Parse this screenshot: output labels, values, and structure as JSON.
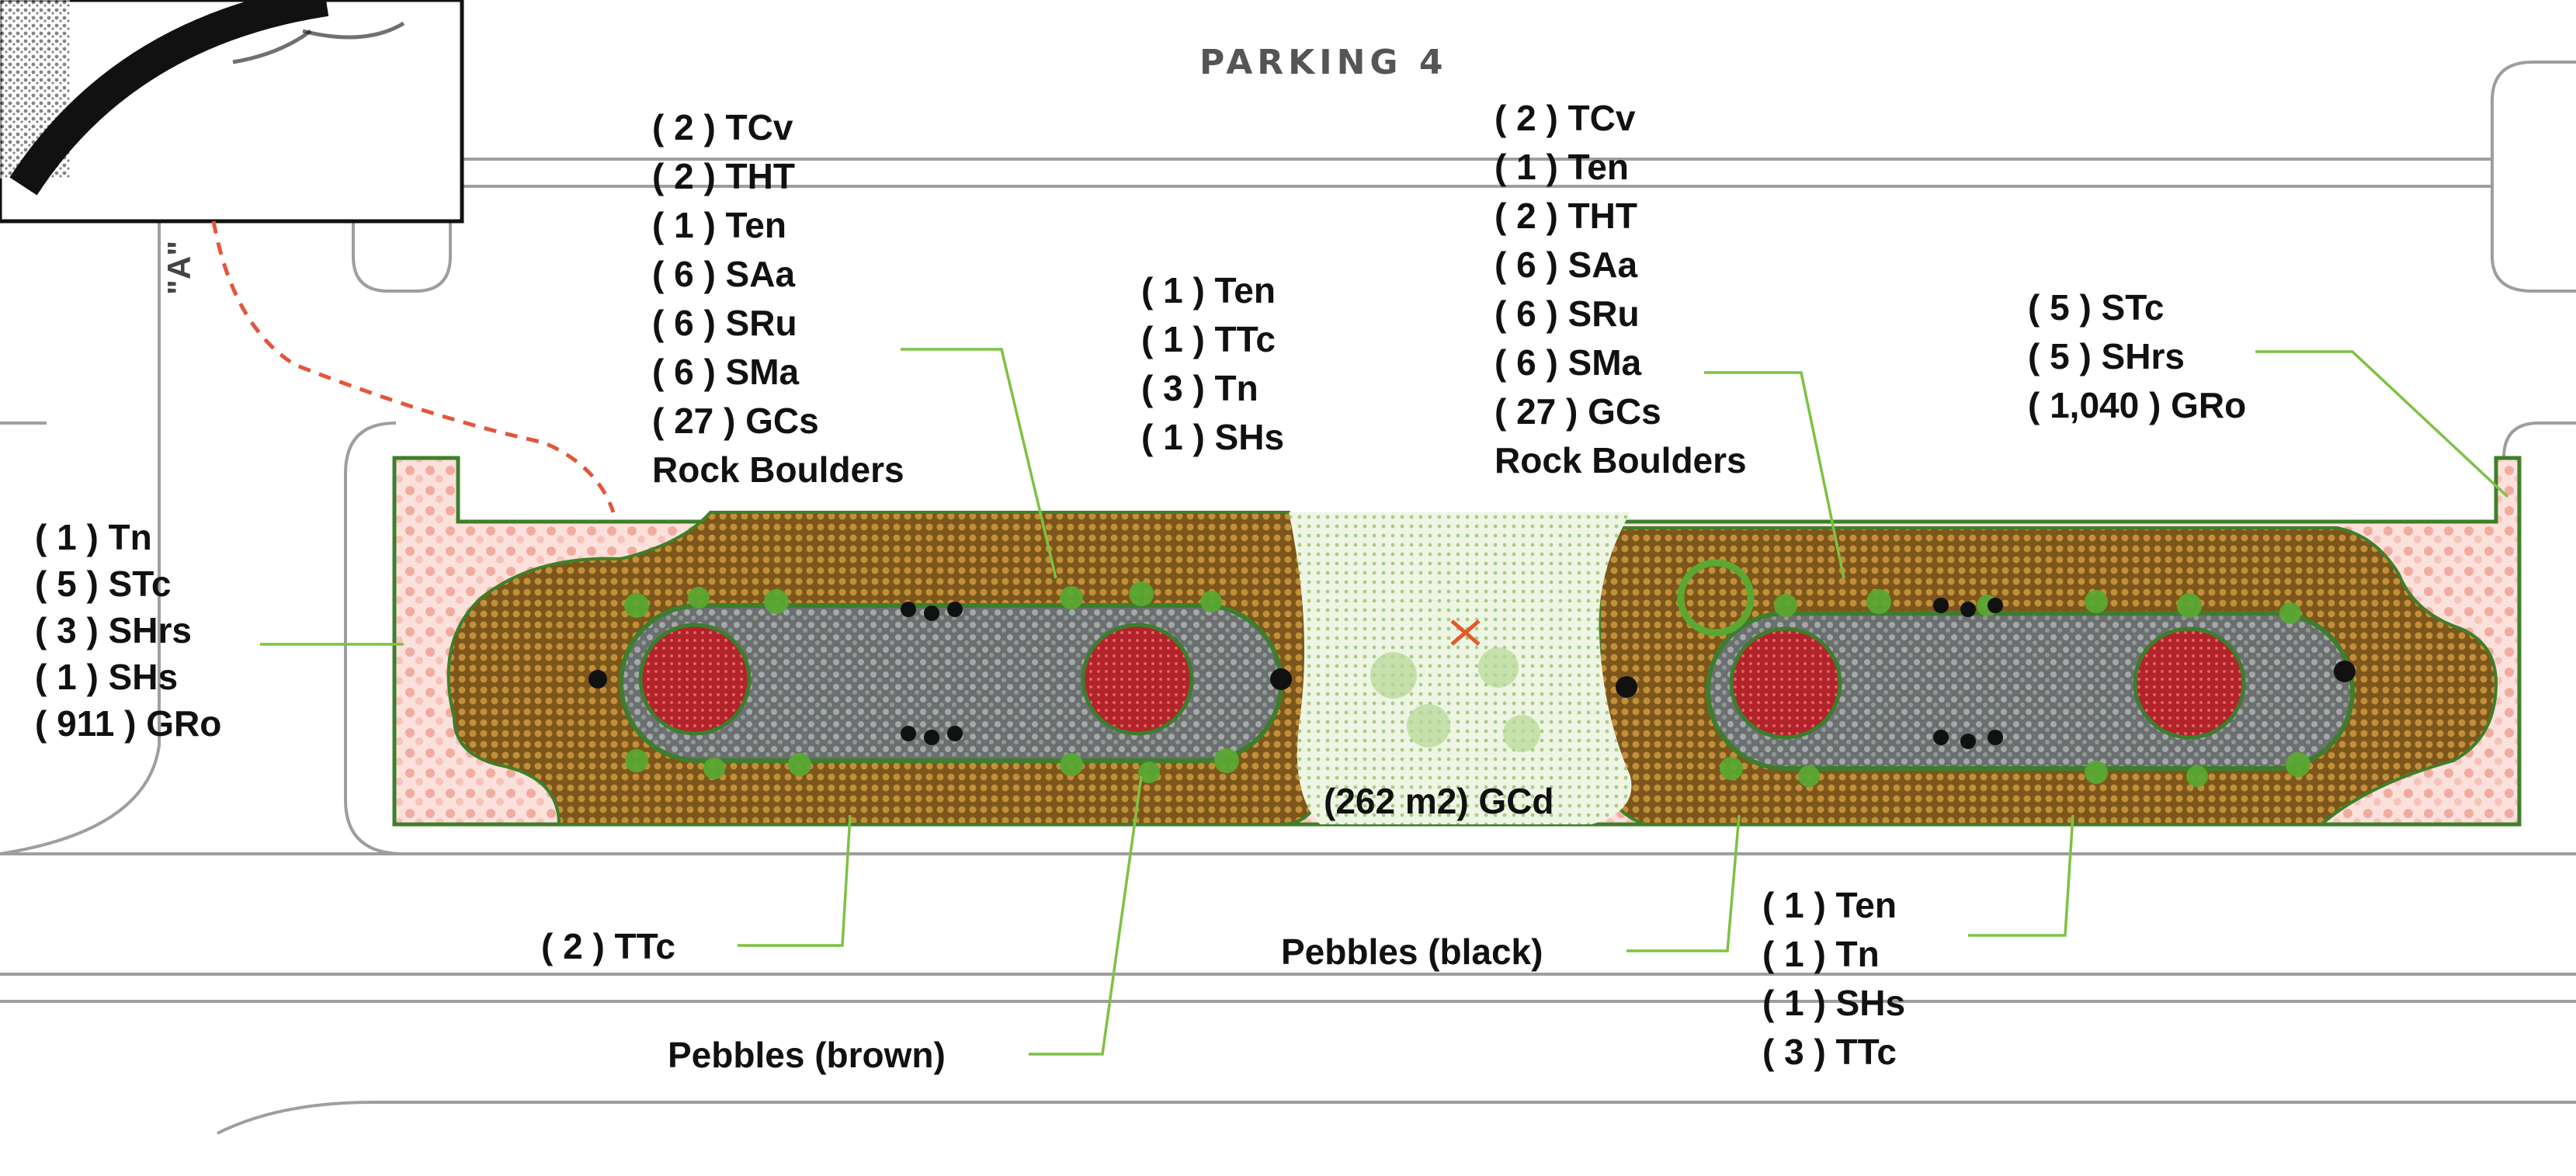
{
  "title": "PARKING 4",
  "road_marker": "\"A\"",
  "labels": {
    "left_block": [
      "( 1 ) Tn",
      "( 5 ) STc",
      "( 3 ) SHrs",
      "( 1 ) SHs",
      "( 911 ) GRo"
    ],
    "upper_left_block": [
      "( 2 ) TCv",
      "( 2 ) THT",
      "( 1 ) Ten",
      "( 6 ) SAa",
      "( 6 ) SRu",
      "( 6 ) SMa",
      "( 27 ) GCs",
      "Rock Boulders"
    ],
    "upper_center_block": [
      "( 1 ) Ten",
      "( 1 ) TTc",
      "( 3 ) Tn",
      "( 1 ) SHs"
    ],
    "upper_right_block": [
      "( 2 ) TCv",
      "( 1 ) Ten",
      "( 2 ) THT",
      "( 6 ) SAa",
      "( 6 ) SRu",
      "( 6 ) SMa",
      "( 27 ) GCs",
      "Rock Boulders"
    ],
    "far_right_block": [
      "( 5 ) STc",
      "( 5 ) SHrs",
      "( 1,040 ) GRo"
    ],
    "center_area": "(262 m2) GCd",
    "bottom_left": "( 2 ) TTc",
    "pebbles_brown": "Pebbles (brown)",
    "pebbles_black": "Pebbles (black)",
    "bottom_right_block": [
      "( 1 ) Ten",
      "( 1 ) Tn",
      "( 1 ) SHs",
      "( 3 ) TTc"
    ]
  },
  "colors": {
    "planting_bed": "#9a6e22",
    "gravel_edge": "#f3b7ad",
    "lawn_center": "#dcecc8",
    "tree_red": "#b51f24",
    "rock_gray": "#7d7d78",
    "shrub_green": "#5aa832",
    "leader_green": "#7dc243"
  }
}
